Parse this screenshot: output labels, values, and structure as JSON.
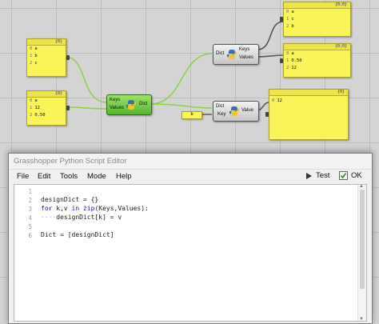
{
  "colors": {
    "panel": "#f8f45a",
    "wire_active": "#8fd24f",
    "wire_idle": "#555555",
    "component_selected": "#6cc83a",
    "keyword": "#1a1ab8"
  },
  "canvas": {
    "panel_keys": {
      "header": "{0}",
      "rows": [
        {
          "i": "0",
          "v": "a"
        },
        {
          "i": "1",
          "v": "b"
        },
        {
          "i": "2",
          "v": "c"
        }
      ]
    },
    "panel_values": {
      "header": "{0}",
      "rows": [
        {
          "i": "0",
          "v": "a"
        },
        {
          "i": "1",
          "v": "12"
        },
        {
          "i": "2",
          "v": "0.50"
        }
      ]
    },
    "panel_top_right": {
      "header": "{0;0}",
      "rows": [
        {
          "i": "0",
          "v": "a"
        },
        {
          "i": "1",
          "v": "c"
        },
        {
          "i": "2",
          "v": "b"
        }
      ]
    },
    "panel_mid_right": {
      "header": "{0;0}",
      "rows": [
        {
          "i": "0",
          "v": "a"
        },
        {
          "i": "1",
          "v": "0.50"
        },
        {
          "i": "2",
          "v": "12"
        }
      ]
    },
    "panel_output": {
      "header": "{0}",
      "rows": [
        {
          "i": "0",
          "v": "12"
        }
      ]
    },
    "python_component": {
      "input_keys": "Keys",
      "input_values": "Values",
      "output": "Dict"
    },
    "dict_keys_component": {
      "input": "Dict",
      "output_keys": "Keys",
      "output_values": "Values"
    },
    "dict_value_component": {
      "input_dict": "Dict",
      "input_key": "Key",
      "output": "Value"
    },
    "key_value": "b"
  },
  "editor": {
    "title": "Grasshopper Python Script Editor",
    "menu": [
      "File",
      "Edit",
      "Tools",
      "Mode",
      "Help"
    ],
    "test_label": "Test",
    "ok_label": "OK",
    "line_numbers": [
      "1",
      "2",
      "3",
      "4",
      "5",
      "6"
    ],
    "code": {
      "l2": "designDict = {}",
      "l3_kw_for": "for",
      "l3_vars": " k,v ",
      "l3_kw_in": "in",
      "l3_zip": " zip",
      "l3_rest": "(Keys,Values):",
      "l4_ws": "····",
      "l4_code": "designDict[k] = v",
      "l6": "Dict = [designDict]"
    }
  }
}
